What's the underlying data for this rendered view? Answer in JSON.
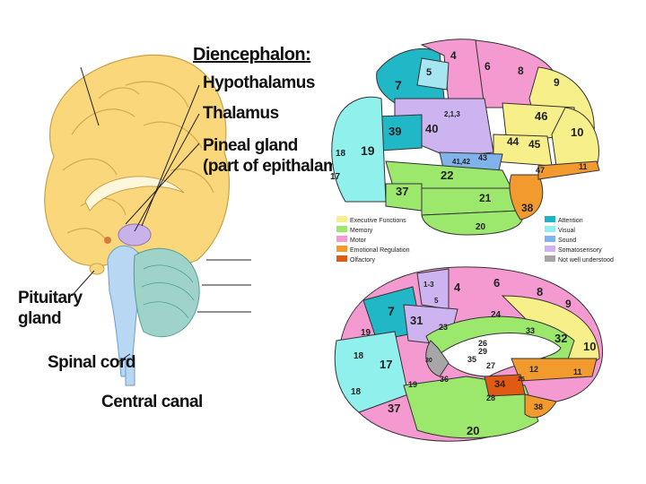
{
  "left_panel": {
    "heading": "Diencephalon:",
    "labels": {
      "hypothalamus": "Hypothalamus",
      "thalamus": "Thalamus",
      "pineal_line1": "Pineal gland",
      "pineal_line2": "(part of epithalamus)",
      "pituitary_line1": "Pituitary",
      "pituitary_line2": "gland",
      "spinal_cord": "Spinal cord",
      "central_canal": "Central canal"
    }
  },
  "lateral_view": {
    "areas": [
      "4",
      "5",
      "6",
      "7",
      "8",
      "9",
      "2,1,3",
      "40",
      "39",
      "46",
      "44",
      "45",
      "10",
      "43",
      "41,42",
      "18",
      "19",
      "17",
      "22",
      "37",
      "47",
      "11",
      "21",
      "38",
      "20"
    ]
  },
  "legend": {
    "items": [
      {
        "label": "Executive Functions",
        "color": "#f7ef8a"
      },
      {
        "label": "Memory",
        "color": "#9be86d"
      },
      {
        "label": "Motor",
        "color": "#f49ad0"
      },
      {
        "label": "Emotional Regulation",
        "color": "#f29a2e"
      },
      {
        "label": "Olfactory",
        "color": "#e05a14"
      },
      {
        "label": "Attention",
        "color": "#1fb2c4"
      },
      {
        "label": "Visual",
        "color": "#8ff0ec"
      },
      {
        "label": "Sound",
        "color": "#7fb3ea"
      },
      {
        "label": "Somatosensory",
        "color": "#cdb3f0"
      },
      {
        "label": "Not well understood",
        "color": "#a6a6a6"
      }
    ]
  },
  "medial_view": {
    "areas": [
      "1-3",
      "5",
      "4",
      "6",
      "8",
      "9",
      "7",
      "31",
      "23",
      "24",
      "33",
      "32",
      "10",
      "19",
      "26",
      "29",
      "30",
      "35",
      "27",
      "18",
      "17",
      "36",
      "12",
      "25",
      "11",
      "34",
      "18",
      "19",
      "28",
      "37",
      "38",
      "20"
    ]
  }
}
